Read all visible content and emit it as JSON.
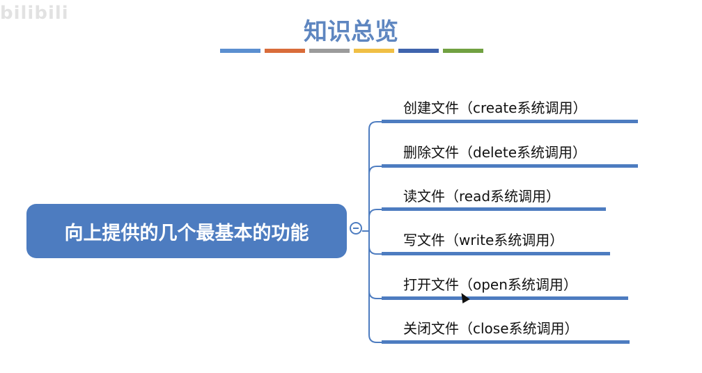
{
  "watermark": "bilibili",
  "title": "知识总览",
  "color_bars": [
    "#5b8fd0",
    "#d96c3a",
    "#9b9b9b",
    "#f0bf45",
    "#3f64ad",
    "#71a141"
  ],
  "root": {
    "label": "向上提供的几个最基本的功能"
  },
  "branches": [
    {
      "label": "创建文件（create系统调用）"
    },
    {
      "label": "删除文件（delete系统调用）"
    },
    {
      "label": "读文件（read系统调用）"
    },
    {
      "label": "写文件（write系统调用）"
    },
    {
      "label": "打开文件（open系统调用）"
    },
    {
      "label": "关闭文件（close系统调用）"
    }
  ],
  "accent_color": "#4d7cc0"
}
